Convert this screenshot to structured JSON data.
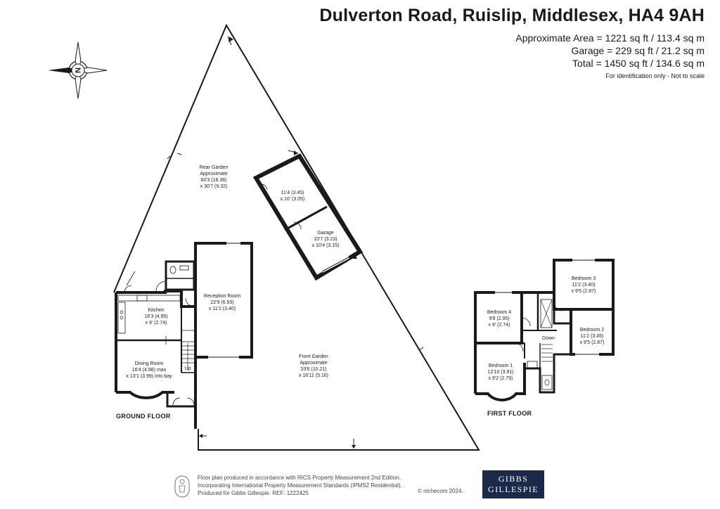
{
  "header": {
    "title": "Dulverton Road, Ruislip, Middlesex, HA4 9AH",
    "areas": [
      "Approximate Area = 1221 sq ft / 113.4 sq m",
      "Garage = 229 sq ft / 21.2 sq m",
      "Total = 1450 sq ft / 134.6 sq m"
    ],
    "disclaimer": "For identification only - Not to scale"
  },
  "compass": {
    "letter": "N"
  },
  "rooms": {
    "rear_garden": [
      "Rear Garden",
      "Approximate",
      "60'3 (18.36)",
      "x 30'7 (9.32)"
    ],
    "store": [
      "11'4 (3.45)",
      "x 10' (3.05)"
    ],
    "garage": [
      "Garage",
      "10'7 (3.23)",
      "x 10'4 (3.15)"
    ],
    "reception": [
      "Reception Room",
      "22'9 (6.93)",
      "x 11'2 (3.40)"
    ],
    "kitchen": [
      "Kitchen",
      "16'3 (4.95)",
      "x 9' (2.74)"
    ],
    "dining": [
      "Dining Room",
      "16'4 (4.98) max",
      "x 13'1 (3.99) into bay"
    ],
    "front_garden": [
      "Front Garden",
      "Approximate",
      "33'6 (10.21)",
      "x 16'11 (5.16)"
    ],
    "bedroom3": [
      "Bedroom 3",
      "11'2 (3.40)",
      "x 9'5 (2.87)"
    ],
    "bedroom4": [
      "Bedroom 4",
      "9'8 (2.95)",
      "x 9' (2.74)"
    ],
    "bedroom2": [
      "Bedroom 2",
      "11'2 (3.45)",
      "x 9'5 (2.87)"
    ],
    "bedroom1": [
      "Bedroom 1",
      "12'10 (3.91)",
      "x 9'2 (2.79)"
    ]
  },
  "stairs": {
    "up": "Up",
    "down": "Down"
  },
  "floors": {
    "ground": "GROUND FLOOR",
    "first": "FIRST FLOOR"
  },
  "footer": {
    "lines": [
      "Floor plan produced in accordance with RICS Property Measurement 2nd Edition,",
      "Incorporating International Property Measurement Standards (IPMS2 Residential).",
      "Produced for Gibbs Gillespie.   REF:  1222425"
    ],
    "credit": "© nichecom 2024."
  },
  "brand": {
    "line1": "GIBBS",
    "line2": "GILLESPIE"
  },
  "colors": {
    "wall": "#1a1a1a",
    "brand": "#1b2a4a"
  }
}
